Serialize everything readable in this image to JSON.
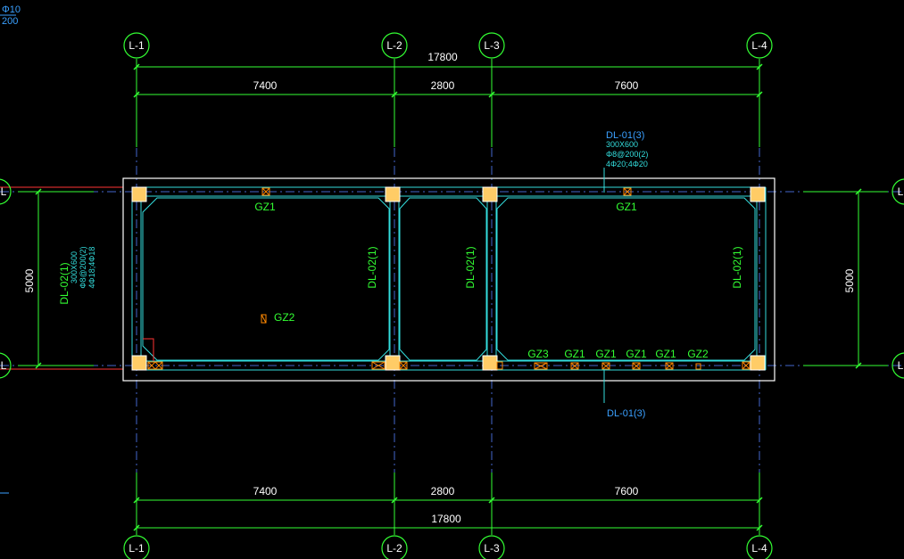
{
  "axes": {
    "top": [
      "L-1",
      "L-2",
      "L-3",
      "L-4"
    ],
    "bottom": [
      "L-1",
      "L-2",
      "L-3",
      "L-4"
    ],
    "left": [
      "L",
      "L"
    ],
    "right": [
      "L",
      "L"
    ]
  },
  "dimensions": {
    "top_total": "17800",
    "top_spans": [
      "7400",
      "2800",
      "7600"
    ],
    "bottom_total": "17800",
    "bottom_spans": [
      "7400",
      "2800",
      "7600"
    ],
    "left_height": "5000",
    "right_height": "5000"
  },
  "beams": {
    "dl01_top": {
      "tag": "DL-01(3)",
      "size": "300X600",
      "stirrup": "Φ8@200(2)",
      "bars": "4Φ20;4Φ20"
    },
    "dl01_bottom": {
      "tag": "DL-01(3)"
    },
    "dl02_left": {
      "tag": "DL-02(1)",
      "size": "300X600",
      "stirrup": "Φ8@200(2)",
      "bars": "4Φ18;4Φ18"
    },
    "dl02_mid1": {
      "tag": "DL-02(1)"
    },
    "dl02_mid2": {
      "tag": "DL-02(1)"
    },
    "dl02_right": {
      "tag": "DL-02(1)"
    }
  },
  "columns": {
    "top_left": "GZ1",
    "top_right": "GZ1",
    "center": "GZ2",
    "bottom_row": [
      "GZ3",
      "GZ1",
      "GZ1",
      "GZ1",
      "GZ1",
      "GZ2"
    ]
  },
  "corner_note": {
    "line1": "Φ10",
    "line2": "200"
  },
  "colors": {
    "background": "#000000",
    "grid": "#33ff33",
    "beam": "#33dddd",
    "outline": "#ffffff",
    "axis_bubble": "#33ff33",
    "column": "#ffcc66",
    "column_mark": "#ff8800",
    "annotation": "#3aa0ff",
    "red_line": "#ff3333"
  }
}
